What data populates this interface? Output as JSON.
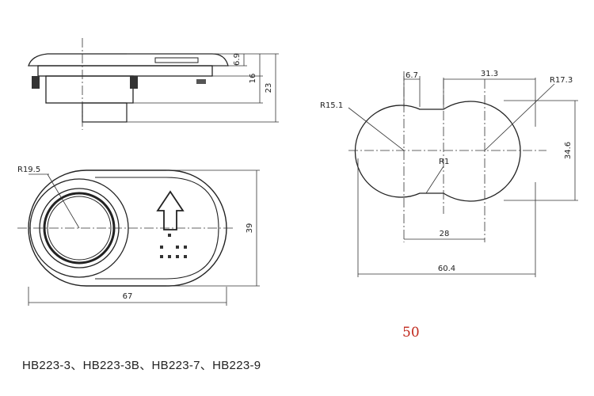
{
  "side_view": {
    "dims": [
      "6.9",
      "16",
      "23"
    ]
  },
  "front_view": {
    "radius": "R19.5",
    "width": "67",
    "height": "39",
    "braille": "• •\n• •\n• •"
  },
  "cutout": {
    "top_left": "6.7",
    "top_right": "31.3",
    "r_left": "R15.1",
    "r_right": "R17.3",
    "r_mid": "R1",
    "height": "34.6",
    "mid": "28",
    "total": "60.4"
  },
  "page_number": "50",
  "model_list": "HB223-3、HB223-3B、HB223-7、HB223-9"
}
